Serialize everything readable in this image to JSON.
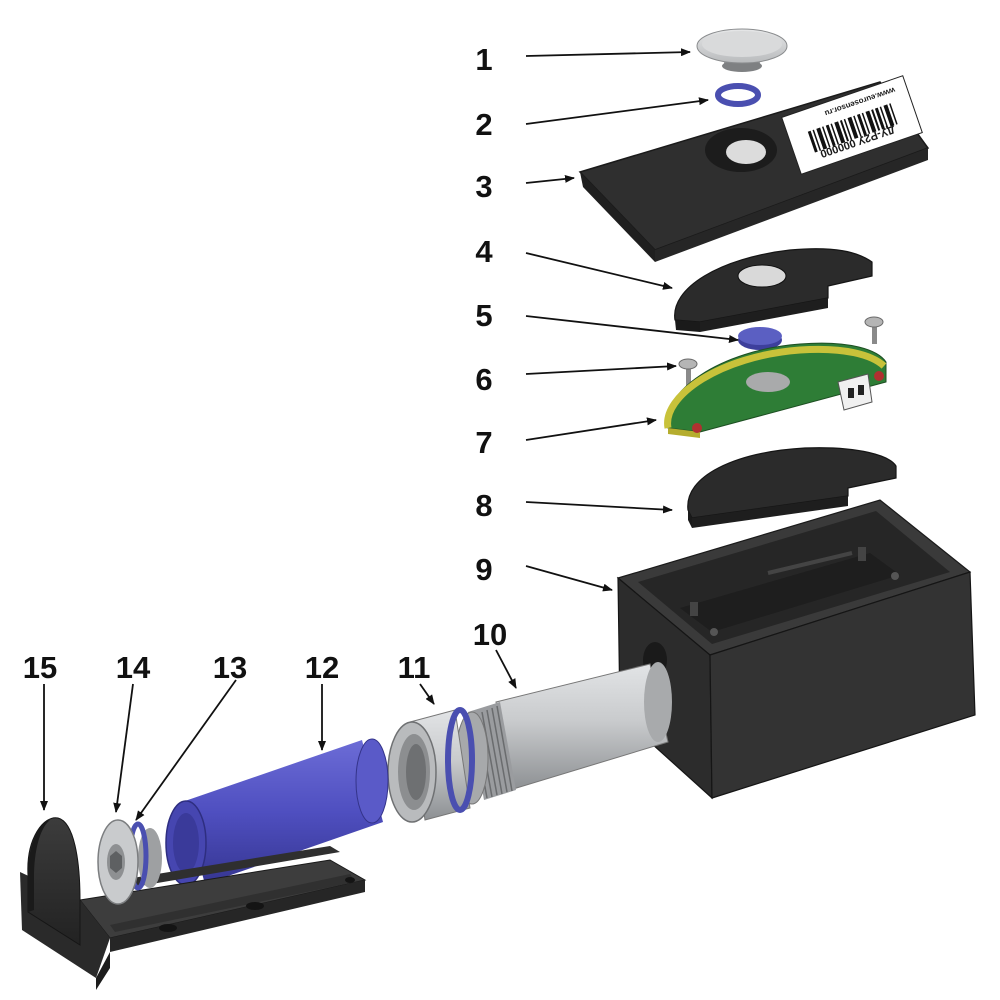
{
  "figure": {
    "background": "#ffffff",
    "callouts": [
      {
        "number": "1",
        "part": "cap"
      },
      {
        "number": "2",
        "part": "o-ring-small"
      },
      {
        "number": "3",
        "part": "cover-with-label"
      },
      {
        "number": "4",
        "part": "upper-spacer"
      },
      {
        "number": "5",
        "part": "sensor-disc"
      },
      {
        "number": "6",
        "part": "screws"
      },
      {
        "number": "7",
        "part": "circuit-board"
      },
      {
        "number": "8",
        "part": "lower-spacer"
      },
      {
        "number": "9",
        "part": "housing-box"
      },
      {
        "number": "10",
        "part": "threaded-tube"
      },
      {
        "number": "11",
        "part": "o-ring-tube"
      },
      {
        "number": "12",
        "part": "battery"
      },
      {
        "number": "13",
        "part": "o-ring-plug"
      },
      {
        "number": "14",
        "part": "plug"
      },
      {
        "number": "15",
        "part": "mounting-bracket"
      }
    ],
    "label_text": {
      "model": "ДУ-Р2У 000000",
      "url": "www.eurosensor.ru"
    },
    "colors": {
      "dark_part": "#2b2b2b",
      "metal": "#c4c6c8",
      "o_ring": "#4a4fb0",
      "battery": "#4f4fc0",
      "pcb": "#2e7d36",
      "pcb_edge": "#c8c23a",
      "connector": "#f0f0f0",
      "screw": "#9a9a9a",
      "arrow": "#111111"
    }
  }
}
